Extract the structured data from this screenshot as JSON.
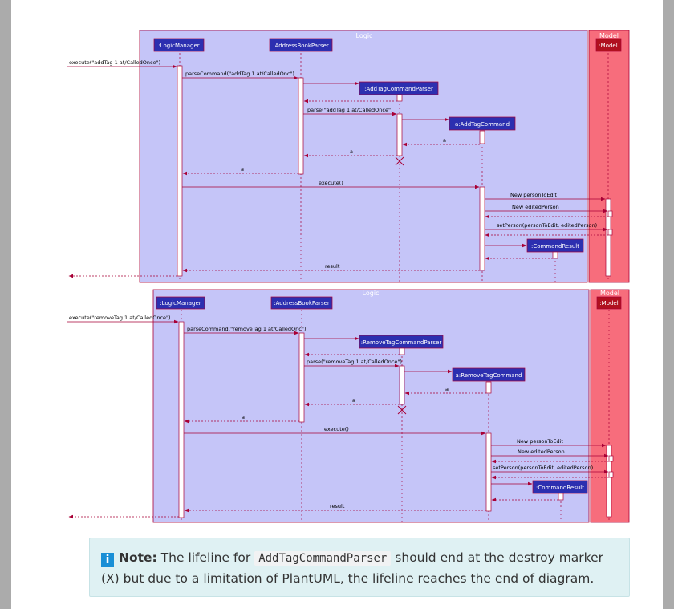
{
  "diagrams": [
    {
      "name": "add-tag-sequence",
      "group_label": "Logic",
      "model_label": "Model",
      "participants": {
        "logic_manager": ":LogicManager",
        "parser": ":AddressBookParser",
        "command_parser": ":AddTagCommandParser",
        "command": "a:AddTagCommand",
        "model": ":Model",
        "result": ":CommandResult"
      },
      "messages": {
        "execute": "execute(\"addTag 1 at/CalledOnce\")",
        "parse_command": "parseCommand(\"addTag 1 at/CalledOnc\")",
        "parse": "parse(\"addTag 1 at/CalledOnce\")",
        "return_a1": "a",
        "return_a2": "a",
        "return_a3": "a",
        "execute_call": "execute()",
        "new_person_to_edit": "New personToEdit",
        "new_edited_person": "New editedPerson",
        "set_person": "setPerson(personToEdit, editedPerson)",
        "result": "result"
      }
    },
    {
      "name": "remove-tag-sequence",
      "group_label": "Logic",
      "model_label": "Model",
      "participants": {
        "logic_manager": ":LogicManager",
        "parser": ":AddressBookParser",
        "command_parser": ":RemoveTagCommandParser",
        "command": "a:RemoveTagCommand",
        "model": ":Model",
        "result": ":CommandResult"
      },
      "messages": {
        "execute": "execute(\"removeTag 1 at/CalledOnce\")",
        "parse_command": "parseCommand(\"removeTag 1 at/CalledOnc\")",
        "parse": "parse(\"removeTag 1 at/CalledOnce\")",
        "return_a1": "a",
        "return_a2": "a",
        "return_a3": "a",
        "execute_call": "execute()",
        "new_person_to_edit": "New personToEdit",
        "new_edited_person": "New editedPerson",
        "set_person": "setPerson(personToEdit, editedPerson)",
        "result": "result"
      }
    }
  ],
  "note": {
    "label": "Note:",
    "text_before": "The lifeline for",
    "code": "AddTagCommandParser",
    "text_after": "should end at the destroy marker (X) but due to a limitation of PlantUML, the lifeline reaches the end of diagram.",
    "icon": "info-icon"
  }
}
